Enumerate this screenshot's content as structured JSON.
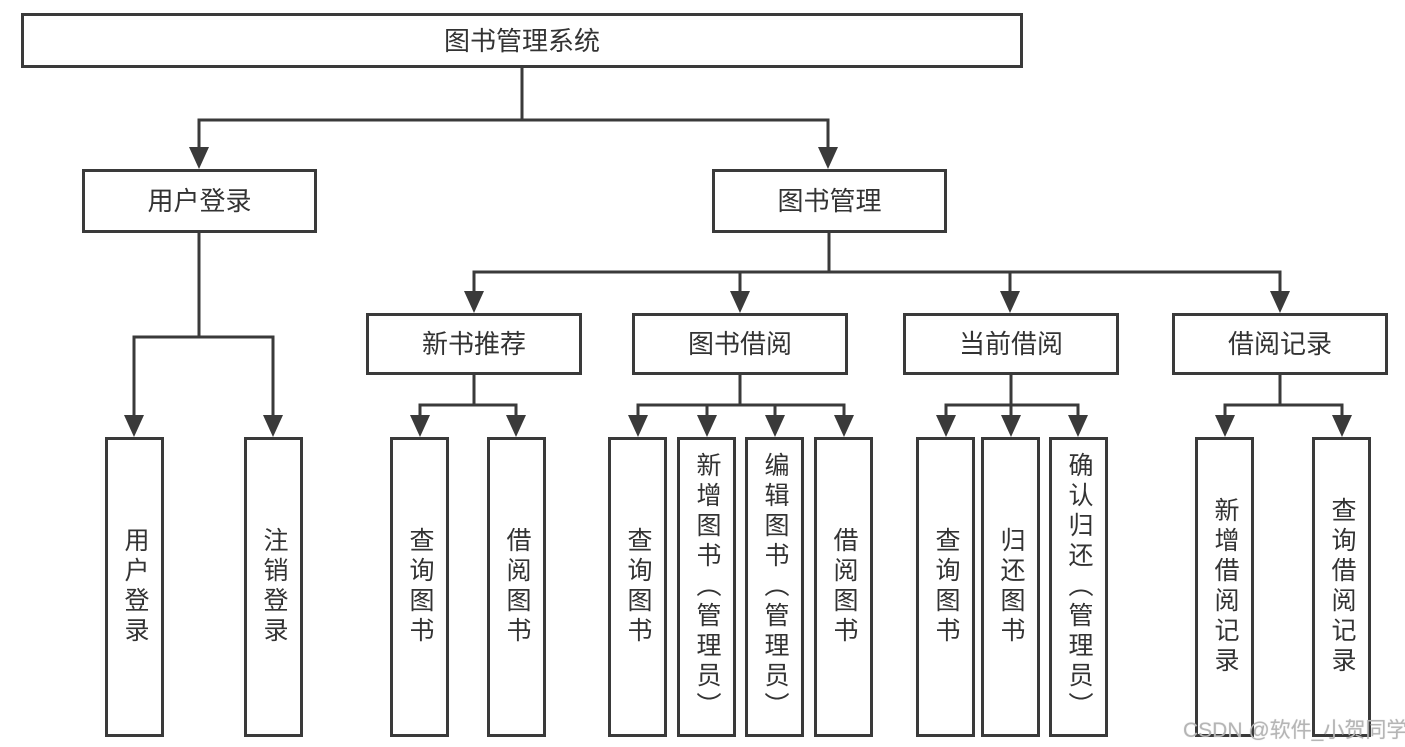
{
  "tree": {
    "root": {
      "label": "图书管理系统",
      "children": [
        {
          "label": "用户登录",
          "children": [
            {
              "label": "用户登录"
            },
            {
              "label": "注销登录"
            }
          ]
        },
        {
          "label": "图书管理",
          "children": [
            {
              "label": "新书推荐",
              "children": [
                {
                  "label": "查询图书"
                },
                {
                  "label": "借阅图书"
                }
              ]
            },
            {
              "label": "图书借阅",
              "children": [
                {
                  "label": "查询图书"
                },
                {
                  "label": "新增图书（管理员）"
                },
                {
                  "label": "编辑图书（管理员）"
                },
                {
                  "label": "借阅图书"
                }
              ]
            },
            {
              "label": "当前借阅",
              "children": [
                {
                  "label": "查询图书"
                },
                {
                  "label": "归还图书"
                },
                {
                  "label": "确认归还（管理员）"
                }
              ]
            },
            {
              "label": "借阅记录",
              "children": [
                {
                  "label": "新增借阅记录"
                },
                {
                  "label": "查询借阅记录"
                }
              ]
            }
          ]
        }
      ]
    }
  },
  "colors": {
    "line": "#3a3a3a",
    "text": "#333333",
    "box_background": "#ffffff",
    "watermark": "#b5b5b5"
  },
  "watermark": {
    "text": "CSDN @软件_小贺同学"
  }
}
